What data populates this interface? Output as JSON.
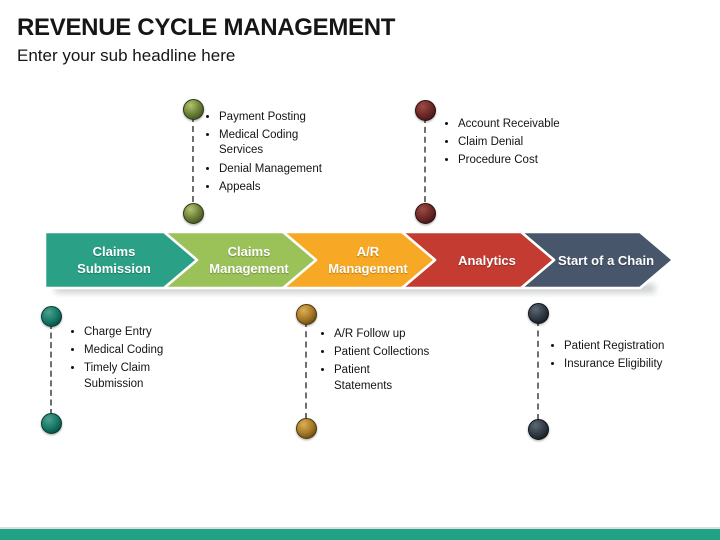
{
  "header": {
    "title": "REVENUE CYCLE MANAGEMENT",
    "subtitle": "Enter your sub headline here"
  },
  "process_flow": {
    "steps": [
      {
        "label": "Claims Submission",
        "color": "#2aa187"
      },
      {
        "label": "Claims Management",
        "color": "#9bc159"
      },
      {
        "label": "A/R Management",
        "color": "#f7a824"
      },
      {
        "label": "Analytics",
        "color": "#c43b32"
      },
      {
        "label": "Start of a Chain",
        "color": "#47566b"
      }
    ]
  },
  "callouts": [
    {
      "placement": "above-claims-management",
      "marker_color": "#6e8139",
      "items": [
        "Payment Posting",
        "Medical Coding Services",
        "Denial Management",
        "Appeals"
      ]
    },
    {
      "placement": "above-analytics",
      "marker_color": "#6e2a28",
      "items": [
        "Account Receivable",
        "Claim Denial",
        "Procedure Cost"
      ]
    },
    {
      "placement": "below-claims-submission",
      "marker_color": "#177a68",
      "items": [
        "Charge Entry",
        "Medical Coding",
        "Timely Claim Submission"
      ]
    },
    {
      "placement": "below-ar-management",
      "marker_color": "#a87b28",
      "items": [
        "A/R Follow up",
        "Patient Collections",
        "Patient Statements"
      ]
    },
    {
      "placement": "below-start-of-a-chain",
      "marker_color": "#333c46",
      "items": [
        "Patient Registration",
        "Insurance Eligibility"
      ]
    }
  ],
  "footer": {
    "bar_color": "#21a286"
  }
}
